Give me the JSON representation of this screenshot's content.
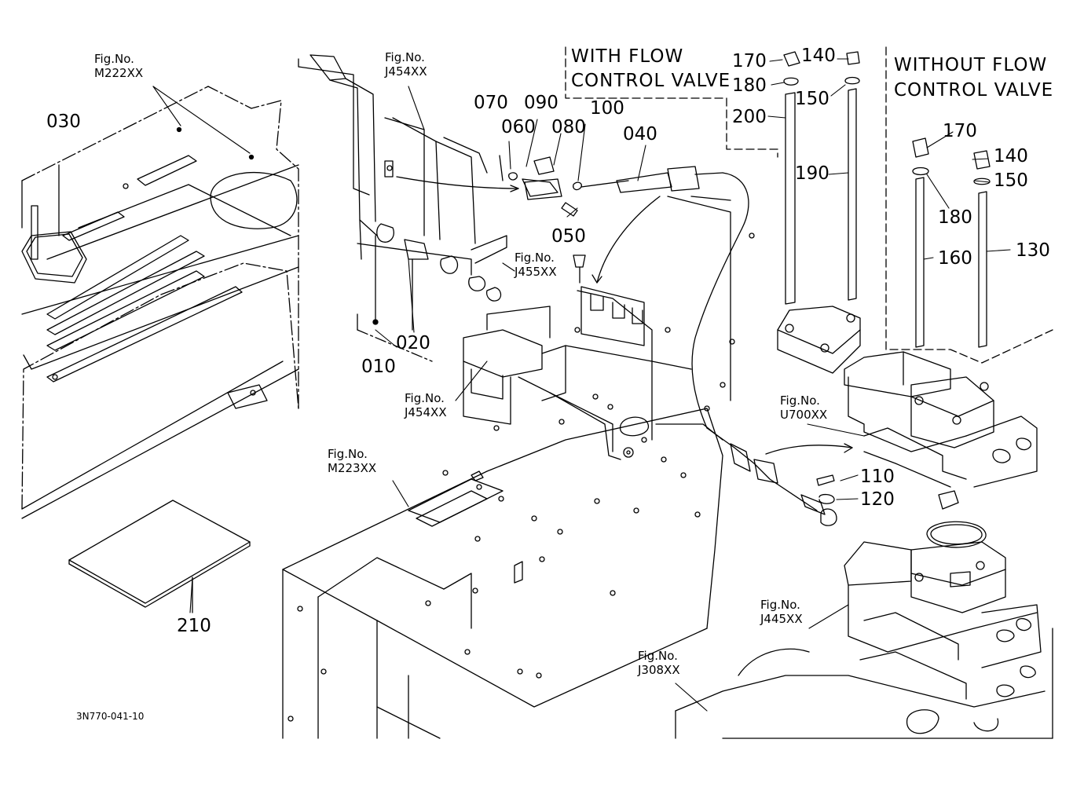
{
  "titles": {
    "with_flow_l1": "WITH  FLOW",
    "with_flow_l2": "CONTROL  VALVE",
    "without_flow_l1": "WITHOUT  FLOW",
    "without_flow_l2": "CONTROL  VALVE"
  },
  "figure_refs": {
    "fig_label": "Fig.No.",
    "m222": "M222XX",
    "j454_top": "J454XX",
    "j455": "J455XX",
    "j454_mid": "J454XX",
    "u700": "U700XX",
    "m223": "M223XX",
    "j445": "J445XX",
    "j308": "J308XX"
  },
  "part_numbers": {
    "p010": "010",
    "p020": "020",
    "p030": "030",
    "p040": "040",
    "p050": "050",
    "p060": "060",
    "p070": "070",
    "p080": "080",
    "p090": "090",
    "p100": "100",
    "p110": "110",
    "p120": "120",
    "p130": "130",
    "p140a": "140",
    "p140b": "140",
    "p150a": "150",
    "p150b": "150",
    "p160": "160",
    "p170a": "170",
    "p170b": "170",
    "p180a": "180",
    "p180b": "180",
    "p190": "190",
    "p200": "200",
    "p210": "210"
  },
  "drawing_code": "3N770-041-10"
}
